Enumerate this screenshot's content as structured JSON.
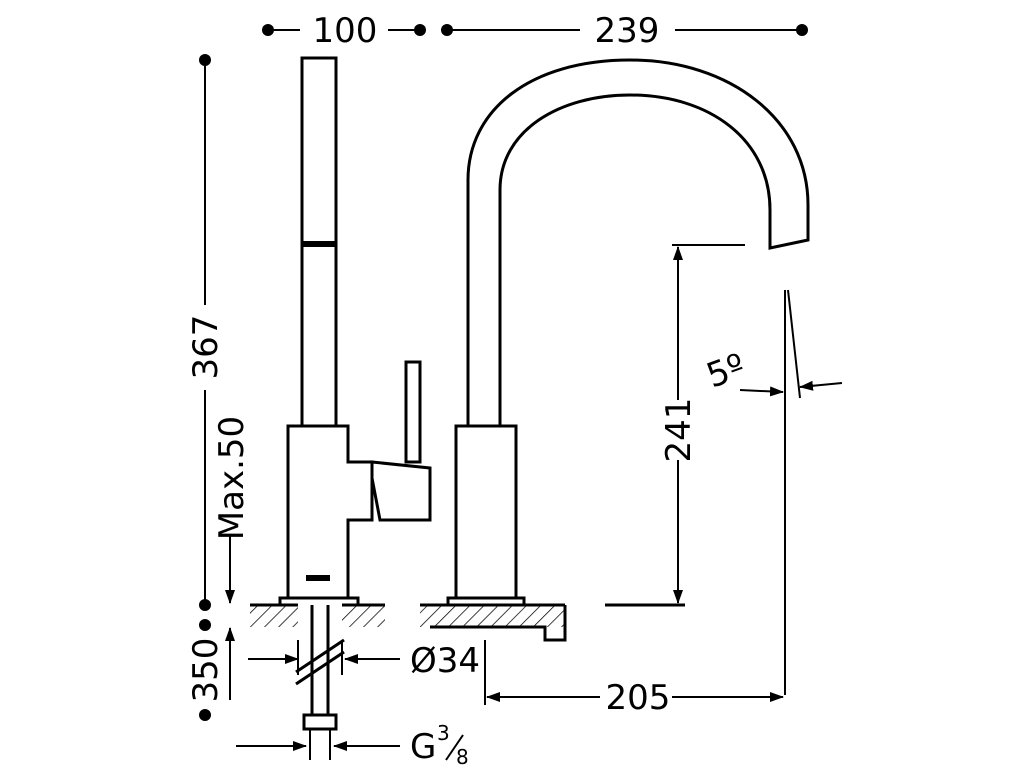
{
  "dimensions": {
    "top_left": "100",
    "top_right": "239",
    "height_total": "367",
    "max_deck": "Max.50",
    "pipe_length": "350",
    "diameter": "Ø34",
    "spout_height": "241",
    "angle": "5º",
    "reach": "205",
    "thread": "G",
    "thread_num": "3",
    "thread_den": "8"
  },
  "colors": {
    "line": "#000000",
    "background": "#ffffff"
  }
}
